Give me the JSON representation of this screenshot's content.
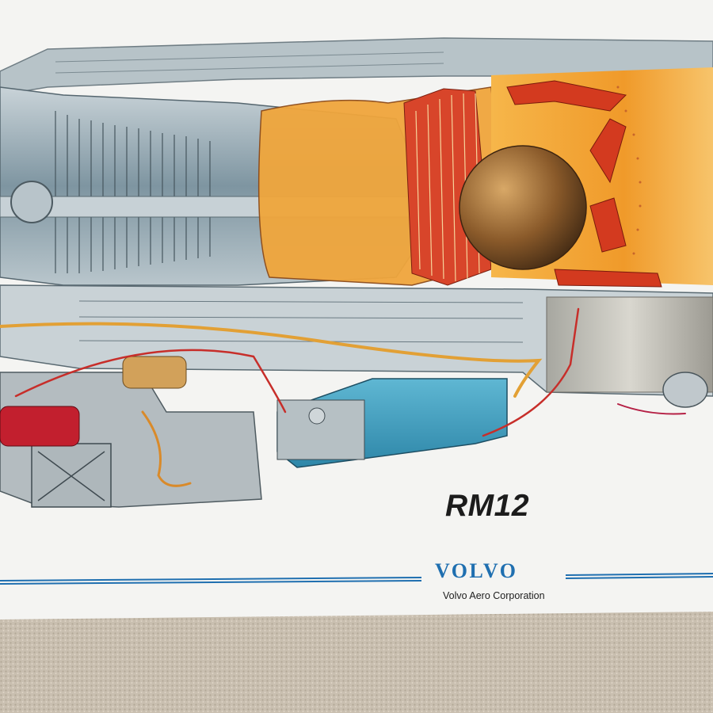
{
  "poster": {
    "title": "RM12",
    "brand": "VOLVO",
    "company": "Volvo Aero Corporation"
  },
  "colors": {
    "poster_paper": "#f4f4f2",
    "brand_blue": "#1f6fb0",
    "carpet": "#c9bfb0",
    "flame_orange": "#f2a030",
    "turbine_red": "#d8452a",
    "casing_steel": "#9fb2bc",
    "accessory_teal": "#3f9fc0"
  }
}
